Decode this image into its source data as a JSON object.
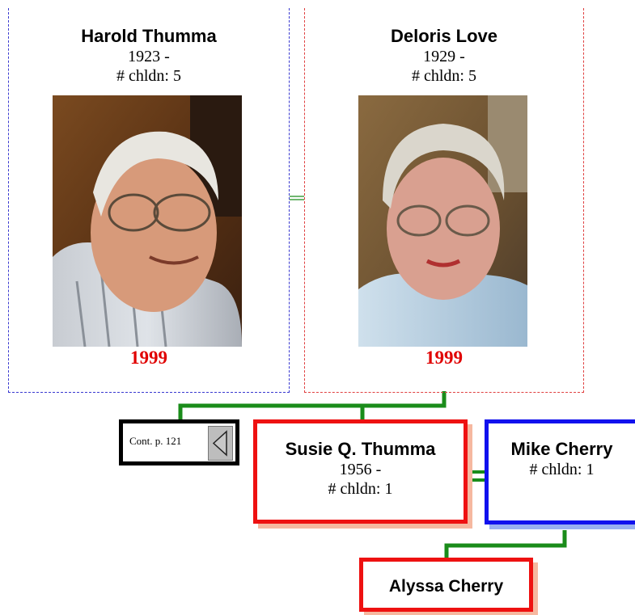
{
  "parents": {
    "father": {
      "name": "Harold Thumma",
      "birth": "1923 -",
      "children": "# chldn: 5",
      "photo_year": "1999",
      "frame_color": "#3a3ad0"
    },
    "mother": {
      "name": "Deloris Love",
      "birth": "1929 -",
      "children": "# chldn: 5",
      "photo_year": "1999",
      "frame_color": "#e04040"
    }
  },
  "continuation": {
    "label": "Cont. p. 121"
  },
  "child": {
    "name": "Susie Q. Thumma",
    "birth": "1956 -",
    "children": "# chldn: 1",
    "frame_color": "#ee1111"
  },
  "spouse": {
    "name": "Mike Cherry",
    "children": "# chldn: 1",
    "frame_color": "#1111ee"
  },
  "grandchild": {
    "name": "Alyssa Cherry",
    "frame_color": "#ee1111"
  },
  "connector_color": "#1a8c1a"
}
